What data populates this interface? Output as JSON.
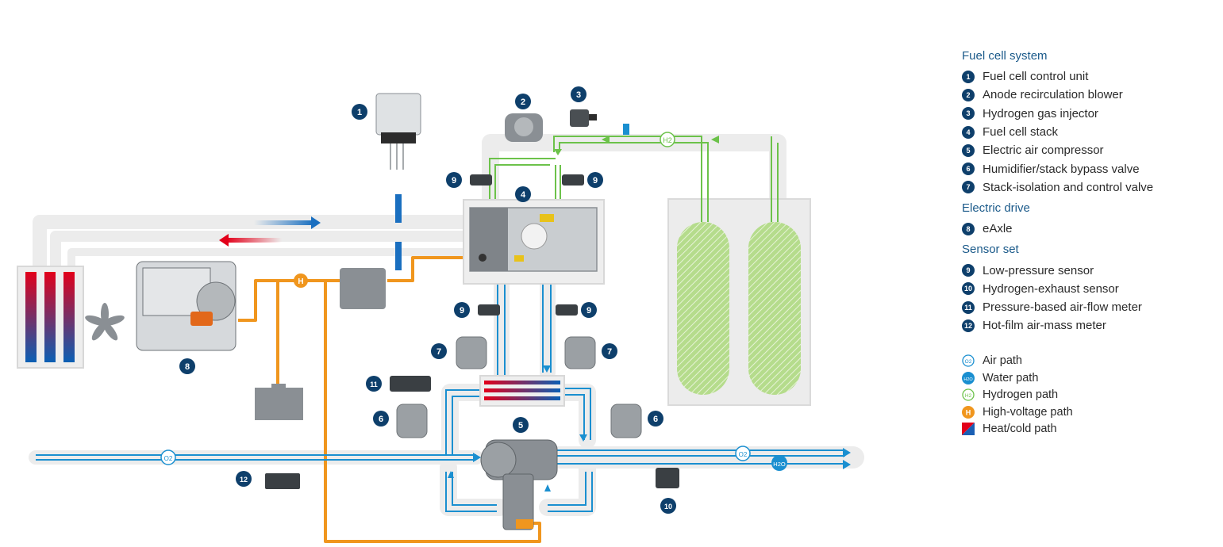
{
  "legend": {
    "sections": [
      {
        "title": "Fuel cell system",
        "items": [
          {
            "n": "1",
            "label": "Fuel cell control unit"
          },
          {
            "n": "2",
            "label": "Anode recirculation blower"
          },
          {
            "n": "3",
            "label": "Hydrogen gas injector"
          },
          {
            "n": "4",
            "label": "Fuel cell stack"
          },
          {
            "n": "5",
            "label": "Electric air compressor"
          },
          {
            "n": "6",
            "label": "Humidifier/stack bypass valve"
          },
          {
            "n": "7",
            "label": "Stack-isolation and control valve"
          }
        ]
      },
      {
        "title": "Electric drive",
        "items": [
          {
            "n": "8",
            "label": "eAxle"
          }
        ]
      },
      {
        "title": "Sensor set",
        "items": [
          {
            "n": "9",
            "label": "Low-pressure sensor"
          },
          {
            "n": "10",
            "label": "Hydrogen-exhaust sensor"
          },
          {
            "n": "11",
            "label": "Pressure-based air-flow meter"
          },
          {
            "n": "12",
            "label": "Hot-film air-mass meter"
          }
        ]
      }
    ],
    "paths": [
      {
        "icon": "air-path-icon",
        "symbol": "O2",
        "label": "Air path",
        "color": "#1a8fd0"
      },
      {
        "icon": "water-path-icon",
        "symbol": "H2O",
        "label": "Water path",
        "color": "#1a8fd0"
      },
      {
        "icon": "hydrogen-path-icon",
        "symbol": "H2",
        "label": "Hydrogen path",
        "color": "#6cc24a"
      },
      {
        "icon": "high-voltage-path-icon",
        "symbol": "H",
        "label": "High-voltage path",
        "color": "#f0961e"
      },
      {
        "icon": "heat-cold-path-icon",
        "symbol": "",
        "label": "Heat/cold path",
        "color": "#e2001a"
      }
    ]
  },
  "diagram": {
    "badges": [
      {
        "id": "1",
        "target": "Fuel cell control unit"
      },
      {
        "id": "2",
        "target": "Anode recirculation blower"
      },
      {
        "id": "3",
        "target": "Hydrogen gas injector"
      },
      {
        "id": "4",
        "target": "Fuel cell stack"
      },
      {
        "id": "5",
        "target": "Electric air compressor"
      },
      {
        "id": "6",
        "target": "Humidifier/stack bypass valve"
      },
      {
        "id": "7",
        "target": "Stack-isolation and control valve"
      },
      {
        "id": "8",
        "target": "eAxle"
      },
      {
        "id": "9",
        "target": "Low-pressure sensor"
      },
      {
        "id": "10",
        "target": "Hydrogen-exhaust sensor"
      },
      {
        "id": "11",
        "target": "Pressure-based air-flow meter"
      },
      {
        "id": "12",
        "target": "Hot-film air-mass meter"
      }
    ],
    "path_markers": {
      "air": "O2",
      "water": "H2O",
      "hydrogen": "H2",
      "voltage": "H"
    },
    "colors": {
      "air": "#1a8fd0",
      "hydrogen": "#6cc24a",
      "voltage": "#f0961e",
      "heat": "#e2001a",
      "badge": "#0e3f6b",
      "component": "#8a8f94",
      "duct": "#ececec"
    }
  }
}
